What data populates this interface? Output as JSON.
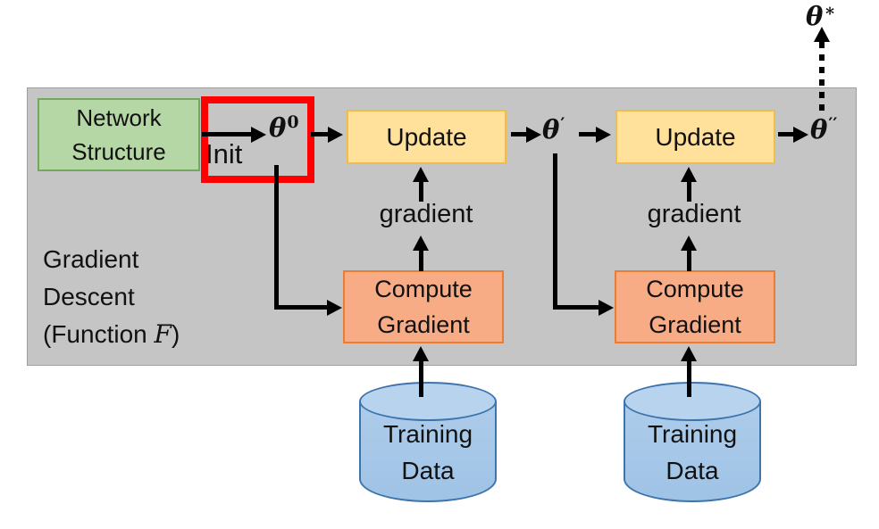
{
  "colors": {
    "panel_bg": "#C5C5C5",
    "green_fill": "#B5D6A5",
    "green_border": "#71A95D",
    "yellow_fill": "#FFE19C",
    "yellow_border": "#F3BC44",
    "orange_fill": "#F8AC85",
    "orange_border": "#EC7C31",
    "blue_fill": "#9FC3E6",
    "blue_border": "#3E74AC",
    "highlight_red": "#FF0000"
  },
  "panel_label": {
    "line1": "Gradient",
    "line2": "Descent",
    "line3_prefix": "(Function ",
    "line3_symbol": "F",
    "line3_suffix": ")"
  },
  "nodes": {
    "network_structure": {
      "line1": "Network",
      "line2": "Structure"
    },
    "update1": {
      "label": "Update"
    },
    "update2": {
      "label": "Update"
    },
    "compute_gradient1": {
      "line1": "Compute",
      "line2": "Gradient"
    },
    "compute_gradient2": {
      "line1": "Compute",
      "line2": "Gradient"
    },
    "training_data1": {
      "line1": "Training",
      "line2": "Data"
    },
    "training_data2": {
      "line1": "Training",
      "line2": "Data"
    }
  },
  "symbols": {
    "theta0": {
      "base": "θ",
      "sup": "0"
    },
    "theta_prime": {
      "base": "θ",
      "sup": "′"
    },
    "theta_double_prime": {
      "base": "θ",
      "sup": "′′"
    },
    "theta_star": {
      "base": "θ",
      "sup": "∗"
    }
  },
  "edge_labels": {
    "init": "Init",
    "gradient1": "gradient",
    "gradient2": "gradient"
  }
}
